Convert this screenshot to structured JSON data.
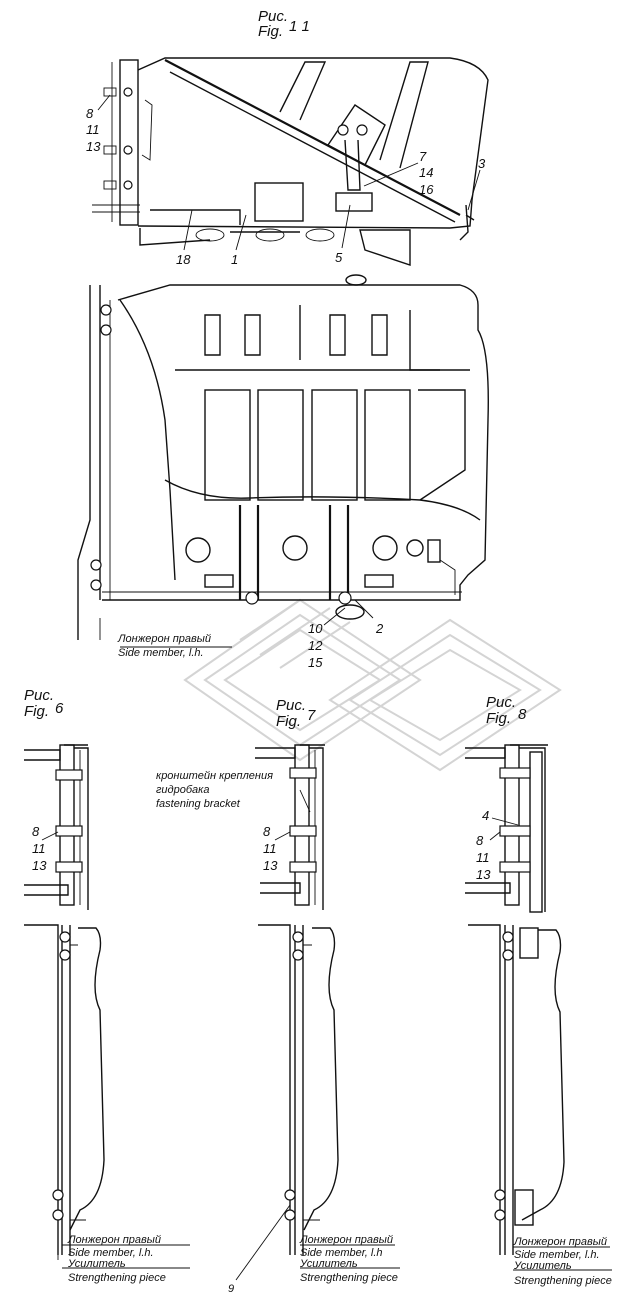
{
  "fig11": {
    "title_ru": "Рис.",
    "title_en": "Fig.",
    "number": "1 1",
    "callouts": {
      "c8": "8",
      "c11": "11",
      "c13": "13",
      "c7": "7",
      "c14": "14",
      "c16": "16",
      "c3": "3",
      "c18": "18",
      "c1": "1",
      "c5": "5",
      "c2": "2",
      "c10": "10",
      "c12": "12",
      "c15": "15"
    },
    "side_member_ru": "Лонжерон правый",
    "side_member_en": "Side member, l.h."
  },
  "fig6": {
    "title_ru": "Рис.",
    "title_en": "Fig.",
    "number": "6",
    "callouts": {
      "c8": "8",
      "c11": "11",
      "c13": "13"
    },
    "side_member_ru": "Лонжерон правый",
    "side_member_en": "Side member, l.h.",
    "reinforcement_ru": "Усилитель",
    "reinforcement_en": "Strengthening piece"
  },
  "fig7": {
    "title_ru": "Рис.",
    "title_en": "Fig.",
    "number": "7",
    "bracket_ru_1": "кронштейн крепления",
    "bracket_ru_2": "гидробака",
    "bracket_en": "fastening bracket",
    "callouts": {
      "c8": "8",
      "c11": "11",
      "c13": "13",
      "c9": "9"
    },
    "side_member_ru": "Лонжерон правый",
    "side_member_en": "Side member, l.h",
    "reinforcement_ru": "Усилитель",
    "reinforcement_en": "Strengthening piece"
  },
  "fig8": {
    "title_ru": "Рис.",
    "title_en": "Fig.",
    "number": "8",
    "callouts": {
      "c4": "4",
      "c8": "8",
      "c11": "11",
      "c13": "13"
    },
    "side_member_ru": "Лонжерон правый",
    "side_member_en": "Side member, l.h.",
    "reinforcement_ru": "Усилитель",
    "reinforcement_en": "Strengthening piece"
  }
}
